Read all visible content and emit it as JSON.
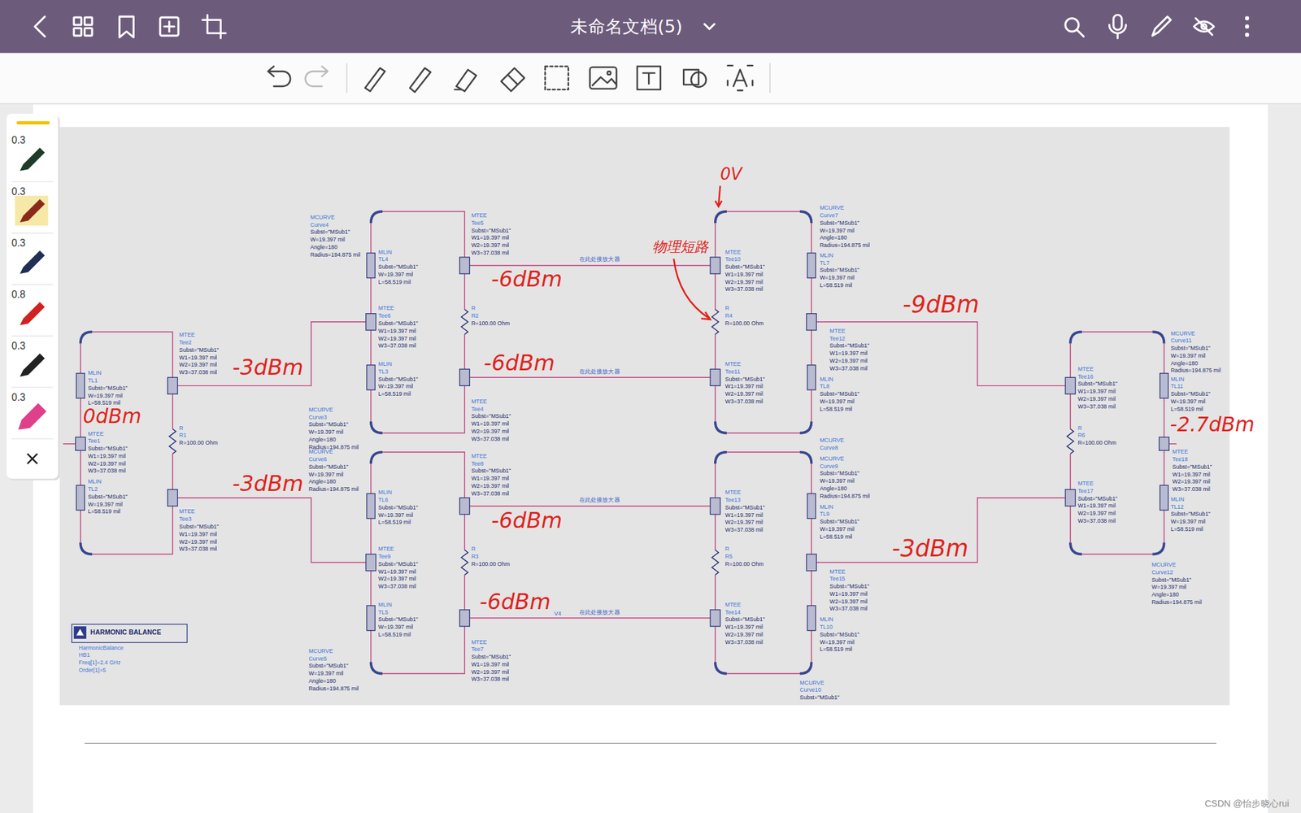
{
  "diagram": {
    "title": "未命名文档(5)",
    "nodes": [
      {
        "text": [
          "HARMONIC BALANCE"
        ]
      }
    ],
    "labels": [
      "MCURVE",
      "Curve4",
      "Subst=\"MSub1\"",
      "W=19.397 mil",
      "Angle=180",
      "Radius=194.875 mil",
      "MLIN",
      "TL4",
      "Subst=\"MSub1\"",
      "W=19.397 mil",
      "L=58.519 mil",
      "MTEE",
      "Tee5",
      "Subst=\"MSub1\"",
      "W1=19.397 mil",
      "W2=19.397 mil",
      "W3=37.038 mil",
      "MTEE",
      "Tee6",
      "Subst=\"MSub1\"",
      "W1=19.397 mil",
      "W2=19.397 mil",
      "W3=37.038 mil",
      "R",
      "R2",
      "R=100.00 Ohm",
      "MLIN",
      "TL3",
      "Subst=\"MSub1\"",
      "W=19.397 mil",
      "L=58.519 mil",
      "MTEE",
      "Tee4",
      "Subst=\"MSub1\"",
      "W1=19.397 mil",
      "W2=19.397 mil",
      "W3=37.038 mil",
      "MCURVE",
      "Curve3",
      "Subst=\"MSub1\"",
      "W=19.397 mil",
      "Angle=180",
      "Radius=194.875 mil",
      "MCURVE",
      "Curve6",
      "Subst=\"MSub1\"",
      "W=19.397 mil",
      "Angle=180",
      "Radius=194.875 mil",
      "MTEE",
      "Tee8",
      "Subst=\"MSub1\"",
      "W1=19.397 mil",
      "W2=19.397 mil",
      "W3=37.038 mil",
      "MLIN",
      "TL6",
      "Subst=\"MSub1\"",
      "W=19.397 mil",
      "L=58.519 mil",
      "MTEE",
      "Tee9",
      "Subst=\"MSub1\"",
      "W1=19.397 mil",
      "W2=19.397 mil",
      "W3=37.038 mil",
      "R",
      "R3",
      "R=100.00 Ohm",
      "MLIN",
      "TL5",
      "Subst=\"MSub1\"",
      "W=19.397 mil",
      "L=58.519 mil",
      "MTEE",
      "Tee7",
      "Subst=\"MSub1\"",
      "W1=19.397 mil",
      "W2=19.397 mil",
      "W3=37.038 mil",
      "MCURVE",
      "Curve5",
      "Subst=\"MSub1\"",
      "W=19.397 mil",
      "Angle=180",
      "Radius=194.875 mil",
      "MLIN",
      "TL1",
      "Subst=\"MSub1\"",
      "W=19.397 mil",
      "L=58.519 mil",
      "MTEE",
      "Tee1",
      "Subst=\"MSub1\"",
      "W1=19.397 mil",
      "W2=19.397 mil",
      "W3=37.038 mil",
      "MLIN",
      "TL2",
      "Subst=\"MSub1\"",
      "W=19.397 mil",
      "L=58.519 mil",
      "MTEE",
      "Tee2",
      "Subst=\"MSub1\"",
      "W1=19.397 mil",
      "W2=19.397 mil",
      "W3=37.038 mil",
      "R",
      "R1",
      "R=100.00 Ohm",
      "MTEE",
      "Tee3",
      "Subst=\"MSub1\"",
      "W1=19.397 mil",
      "W2=19.397 mil",
      "W3=37.038 mil",
      "MTEE",
      "Tee10",
      "Subst=\"MSub1\"",
      "W1=19.397 mil",
      "W2=19.397 mil",
      "W3=37.038 mil",
      "R",
      "R4",
      "R=100.00 Ohm",
      "MTEE",
      "Tee11",
      "Subst=\"MSub1\"",
      "W1=19.397 mil",
      "W2=19.397 mil",
      "W3=37.038 mil",
      "MTEE",
      "Tee13",
      "Subst=\"MSub1\"",
      "W1=19.397 mil",
      "W2=19.397 mil",
      "W3=37.038 mil",
      "R",
      "R5",
      "R=100.00 Ohm",
      "MTEE",
      "Tee14",
      "Subst=\"MSub1\"",
      "W1=19.397 mil",
      "W2=19.397 mil",
      "W3=37.038 mil",
      "MCURVE",
      "Curve7",
      "Subst=\"MSub1\"",
      "W=19.397 mil",
      "Angle=180",
      "Radius=194.875 mil",
      "MLIN",
      "TL7",
      "Subst=\"MSub1\"",
      "W=19.397 mil",
      "L=58.519 mil",
      "MTEE",
      "Tee12",
      "Subst=\"MSub1\"",
      "W1=19.397 mil",
      "W2=19.397 mil",
      "W3=37.038 mil",
      "MLIN",
      "TL8",
      "Subst=\"MSub1\"",
      "W=19.397 mil",
      "L=58.519 mil",
      "MCURVE",
      "Curve8",
      "MCURVE",
      "Curve9",
      "Subst=\"MSub1\"",
      "W=19.397 mil",
      "Angle=180",
      "Radius=194.875 mil",
      "MLIN",
      "TL9",
      "Subst=\"MSub1\"",
      "W=19.397 mil",
      "L=58.519 mil",
      "MTEE",
      "Tee15",
      "Subst=\"MSub1\"",
      "W1=19.397 mil",
      "W2=19.397 mil",
      "W3=37.038 mil",
      "MLIN",
      "TL10",
      "Subst=\"MSub1\"",
      "W=19.397 mil",
      "L=58.519 mil",
      "MCURVE",
      "Curve10",
      "Subst=\"MSub1\"",
      "MCURVE",
      "Curve11",
      "Subst=\"MSub1\"",
      "W=19.397 mil",
      "Angle=180",
      "Radius=194.875 mil",
      "MLIN",
      "TL11",
      "Subst=\"MSub1\"",
      "W=19.397 mil",
      "L=58.519 mil",
      "MTEE",
      "Tee16",
      "Subst=\"MSub1\"",
      "W1=19.397 mil",
      "W2=19.397 mil",
      "W3=37.038 mil",
      "R",
      "R6",
      "R=100.00 Ohm",
      "MTEE",
      "Tee17",
      "Subst=\"MSub1\"",
      "W1=19.397 mil",
      "W2=19.397 mil",
      "W3=37.038 mil",
      "MTEE",
      "Tee18",
      "Subst=\"MSub1\"",
      "W1=19.397 mil",
      "W2=19.397 mil",
      "W3=37.038 mil",
      "MLIN",
      "TL12",
      "Subst=\"MSub1\"",
      "W=19.397 mil",
      "L=58.519 mil",
      "MCURVE",
      "Curve12",
      "Subst=\"MSub1\"",
      "W=19.397 mil",
      "Angle=180",
      "Radius=194.875 mil",
      "HarmonicBalance",
      "HB1",
      "Freq[1]=2.4 GHz",
      "Order[1]=5",
      "在此处接放大器",
      "在此处接放大器",
      "在此处接放大器",
      "在此处接放大器",
      "V4",
      "0dBm",
      "-3dBm",
      "-3dBm",
      "-6dBm",
      "-6dBm",
      "-6dBm",
      "-6dBm",
      "0V",
      "物理短路",
      "-9dBm",
      "-3dBm",
      "-2.7dBm",
      "0.3",
      "0.3",
      "0.3",
      "0.8",
      "0.3",
      "0.3",
      "CSDN @怡步晓心rui"
    ]
  }
}
